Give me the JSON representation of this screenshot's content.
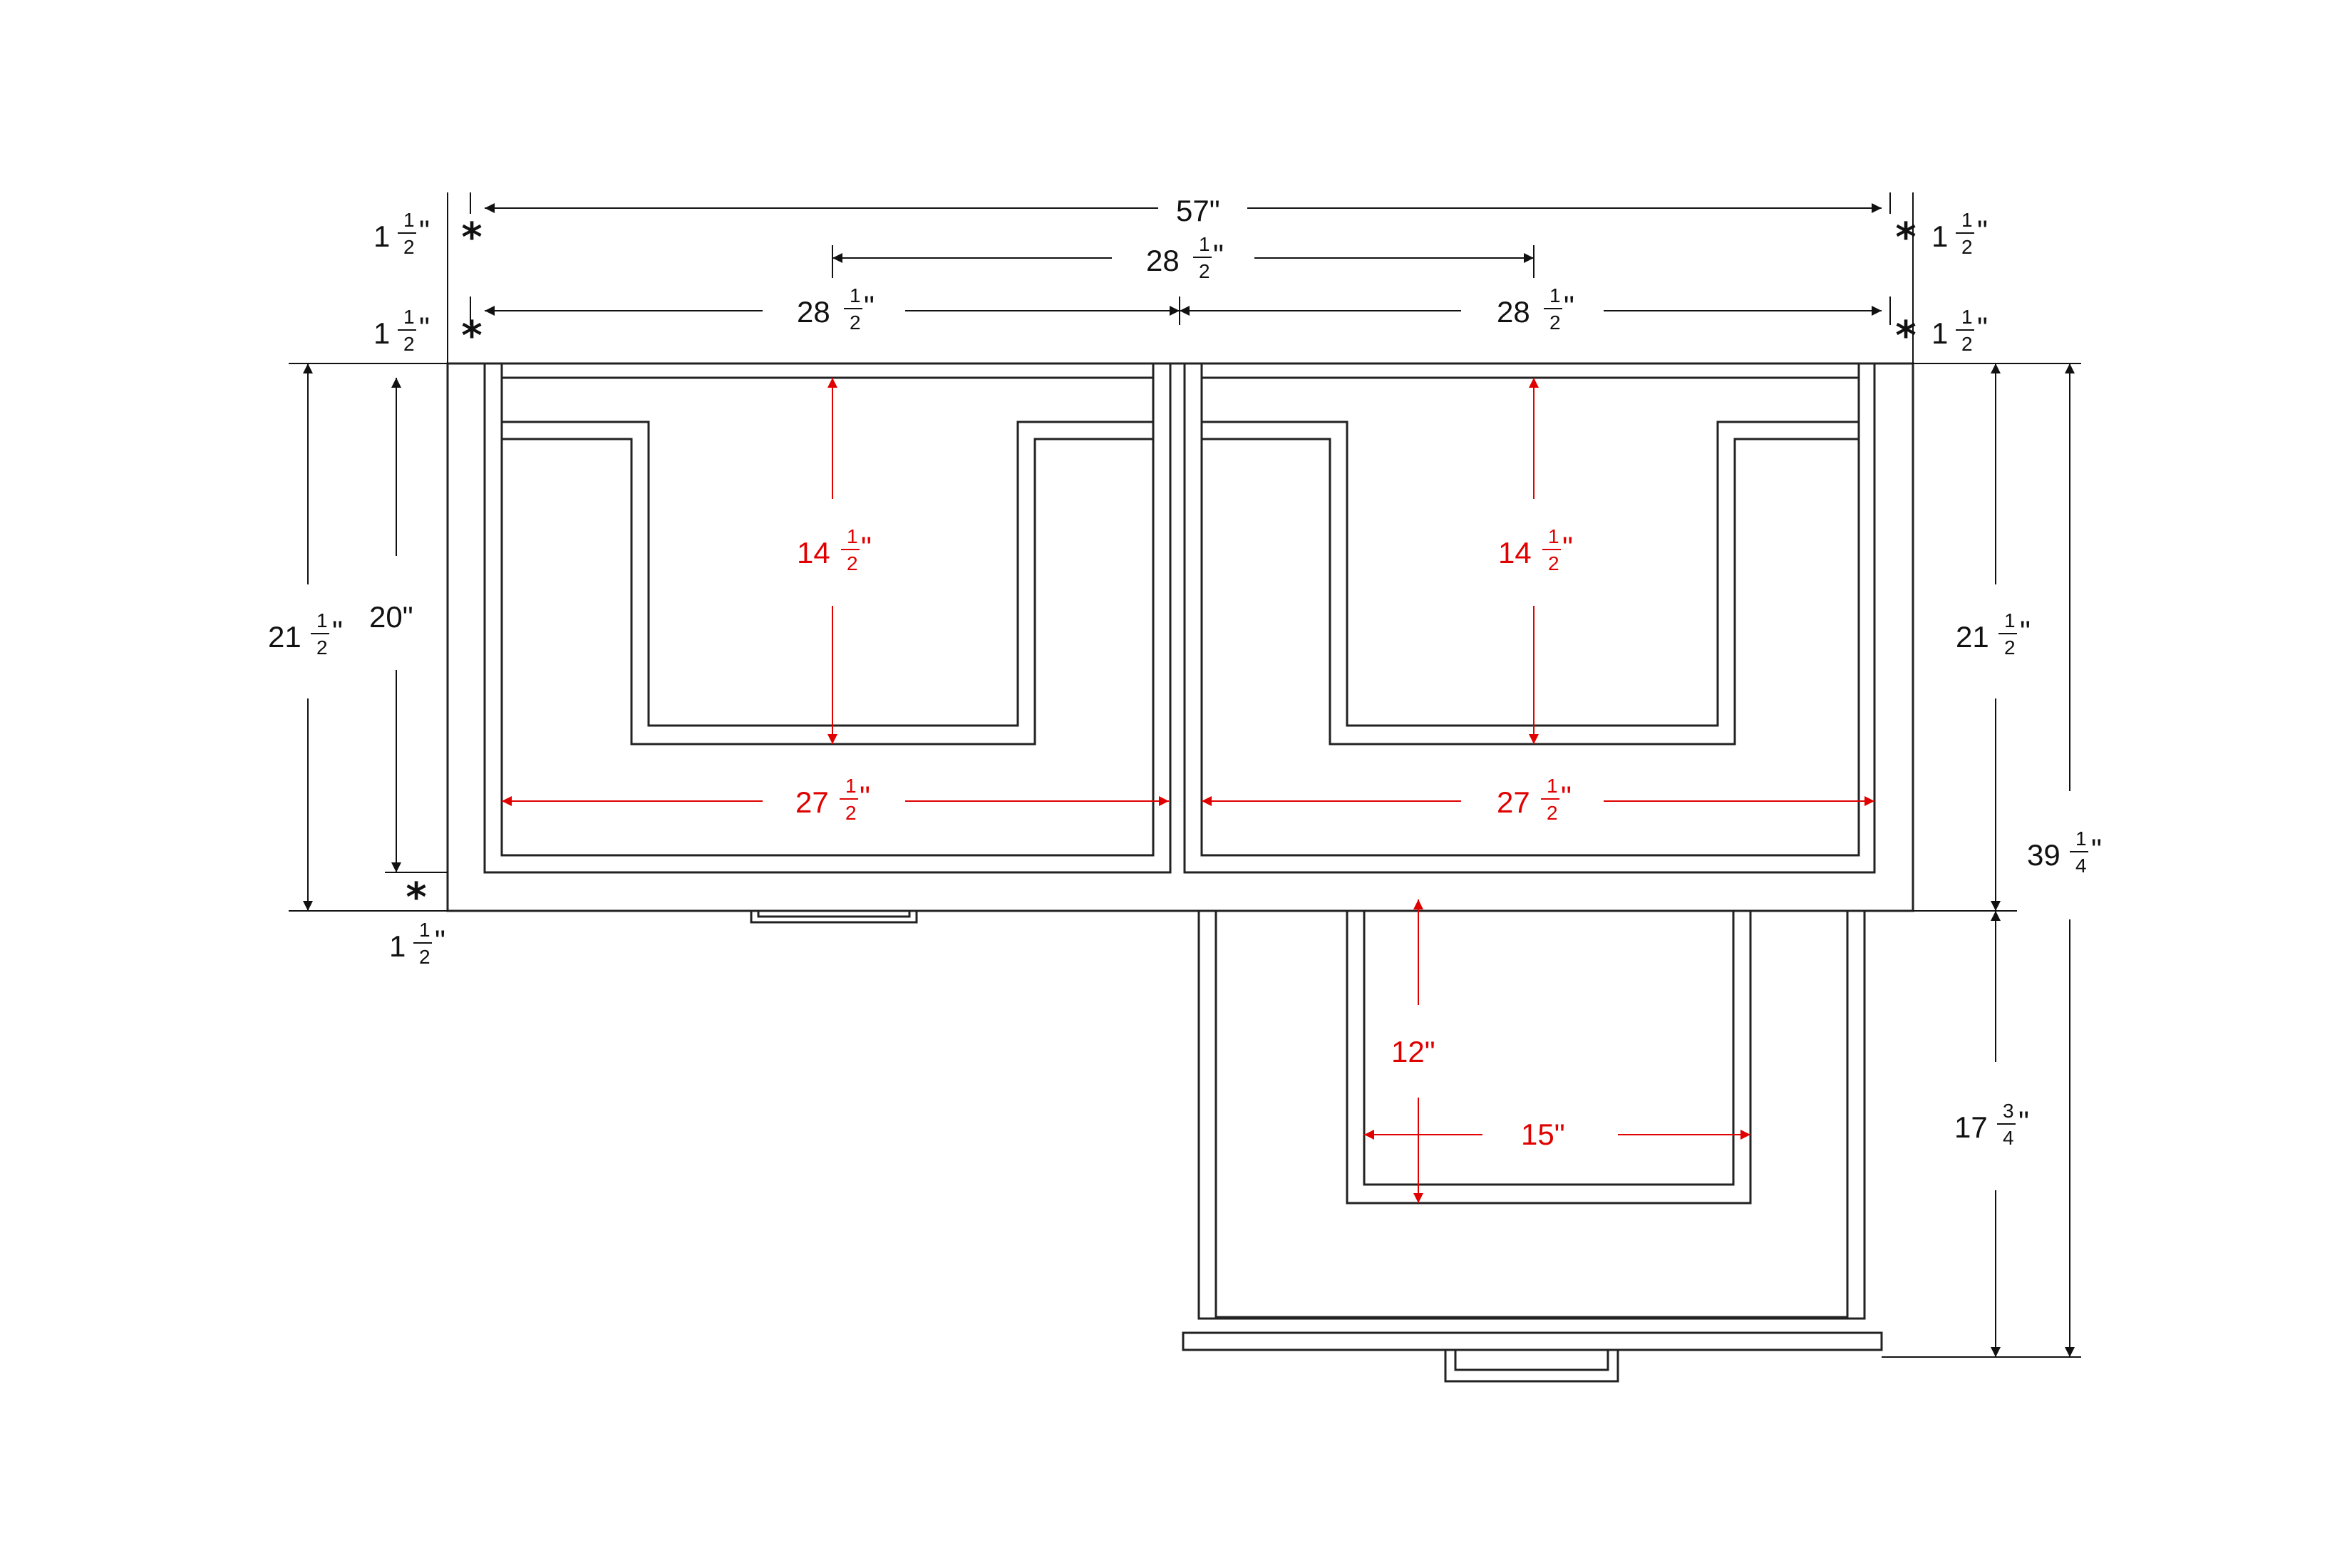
{
  "colors": {
    "dim": "#111111",
    "inner": "#e00000",
    "line": "#222222"
  },
  "asterisk": "*",
  "dimensions": {
    "overall_width": {
      "whole": "57",
      "quote": "\""
    },
    "center_span": {
      "whole": "28",
      "num": "1",
      "den": "2",
      "quote": "\""
    },
    "left_half": {
      "whole": "28",
      "num": "1",
      "den": "2",
      "quote": "\""
    },
    "right_half": {
      "whole": "28",
      "num": "1",
      "den": "2",
      "quote": "\""
    },
    "top_thk_left_1": {
      "whole": "1",
      "num": "1",
      "den": "2",
      "quote": "\""
    },
    "top_thk_left_2": {
      "whole": "1",
      "num": "1",
      "den": "2",
      "quote": "\""
    },
    "top_thk_right_1": {
      "whole": "1",
      "num": "1",
      "den": "2",
      "quote": "\""
    },
    "top_thk_right_2": {
      "whole": "1",
      "num": "1",
      "den": "2",
      "quote": "\""
    },
    "left_outer_depth": {
      "whole": "21",
      "num": "1",
      "den": "2",
      "quote": "\""
    },
    "left_inner_depth": {
      "whole": "20",
      "quote": "\""
    },
    "bottom_thk": {
      "whole": "1",
      "num": "1",
      "den": "2",
      "quote": "\""
    },
    "right_depth": {
      "whole": "21",
      "num": "1",
      "den": "2",
      "quote": "\""
    },
    "total_depth": {
      "whole": "39",
      "num": "1",
      "den": "4",
      "quote": "\""
    },
    "lower_depth": {
      "whole": "17",
      "num": "3",
      "den": "4",
      "quote": "\""
    }
  },
  "inner_dimensions": {
    "left_well_depth": {
      "whole": "14",
      "num": "1",
      "den": "2",
      "quote": "\""
    },
    "right_well_depth": {
      "whole": "14",
      "num": "1",
      "den": "2",
      "quote": "\""
    },
    "left_interior_width": {
      "whole": "27",
      "num": "1",
      "den": "2",
      "quote": "\""
    },
    "right_interior_width": {
      "whole": "27",
      "num": "1",
      "den": "2",
      "quote": "\""
    },
    "lower_well_depth": {
      "whole": "12",
      "quote": "\""
    },
    "lower_well_width": {
      "whole": "15",
      "quote": "\""
    }
  }
}
